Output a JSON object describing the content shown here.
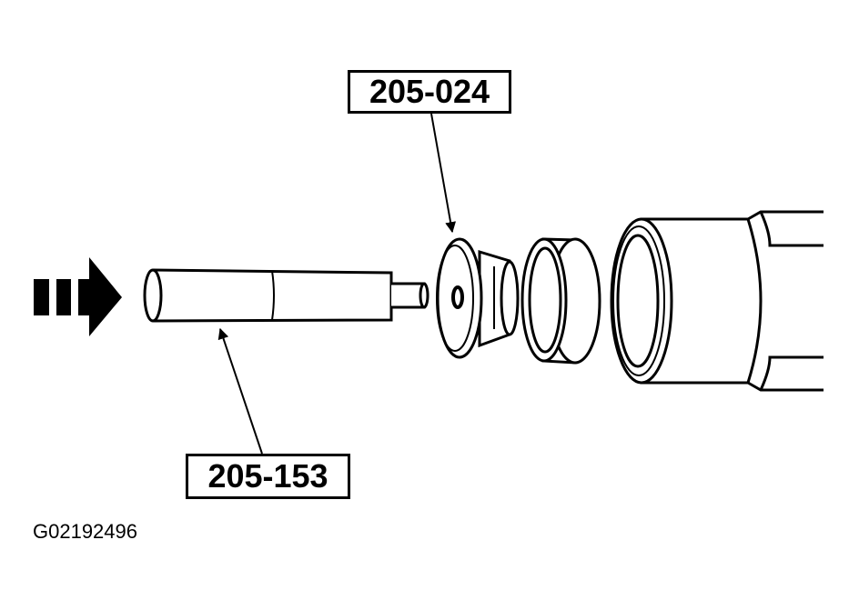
{
  "callouts": {
    "installer_tool": "205-024",
    "handle_tool": "205-153"
  },
  "figure_id": "G02192496",
  "colors": {
    "line": "#000000",
    "fill": "#ffffff"
  }
}
